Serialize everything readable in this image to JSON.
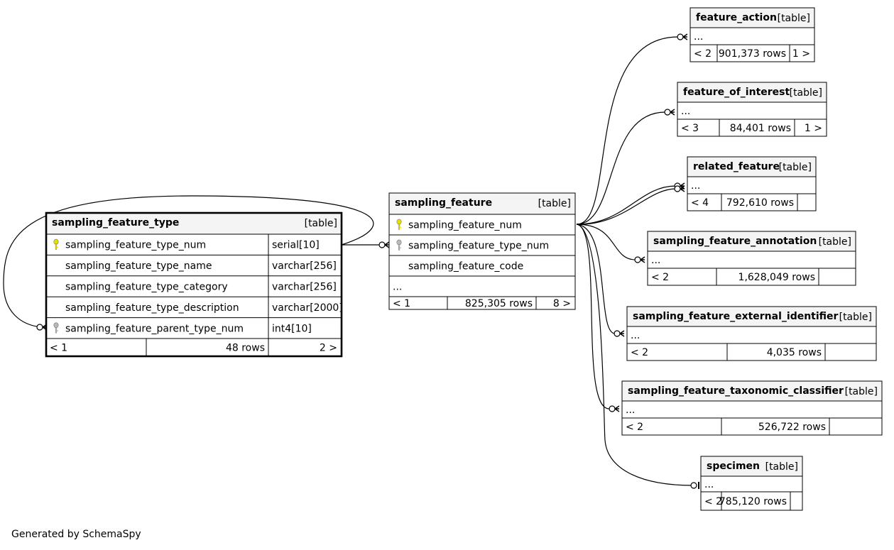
{
  "footer": "Generated by SchemaSpy",
  "colors": {
    "primary_key": "#e8e000",
    "foreign_key": "#b8b8b8",
    "header_fill": "#f4f4f4"
  },
  "tables": [
    {
      "id": "sampling_feature_type",
      "name": "sampling_feature_type",
      "kind": "[table]",
      "columns": [
        {
          "name": "sampling_feature_type_num",
          "type": "serial[10]",
          "key": "primary"
        },
        {
          "name": "sampling_feature_type_name",
          "type": "varchar[256]",
          "key": ""
        },
        {
          "name": "sampling_feature_type_category",
          "type": "varchar[256]",
          "key": ""
        },
        {
          "name": "sampling_feature_type_description",
          "type": "varchar[2000]",
          "key": ""
        },
        {
          "name": "sampling_feature_parent_type_num",
          "type": "int4[10]",
          "key": "foreign"
        }
      ],
      "footer": [
        "< 1",
        "48 rows",
        "2 >"
      ]
    },
    {
      "id": "sampling_feature",
      "name": "sampling_feature",
      "kind": "[table]",
      "columns": [
        {
          "name": "sampling_feature_num",
          "type": "",
          "key": "primary"
        },
        {
          "name": "sampling_feature_type_num",
          "type": "",
          "key": "foreign"
        },
        {
          "name": "sampling_feature_code",
          "type": "",
          "key": ""
        },
        {
          "name": "...",
          "type": "",
          "key": ""
        }
      ],
      "footer": [
        "< 1",
        "825,305 rows",
        "8 >"
      ]
    },
    {
      "id": "feature_action",
      "name": "feature_action",
      "kind": "[table]",
      "columns": [
        {
          "name": "...",
          "type": "",
          "key": ""
        }
      ],
      "footer": [
        "< 2",
        "901,373 rows",
        "1 >"
      ]
    },
    {
      "id": "feature_of_interest",
      "name": "feature_of_interest",
      "kind": "[table]",
      "columns": [
        {
          "name": "...",
          "type": "",
          "key": ""
        }
      ],
      "footer": [
        "< 3",
        "84,401 rows",
        "1 >"
      ]
    },
    {
      "id": "related_feature",
      "name": "related_feature",
      "kind": "[table]",
      "columns": [
        {
          "name": "...",
          "type": "",
          "key": ""
        }
      ],
      "footer": [
        "< 4",
        "792,610 rows",
        ""
      ]
    },
    {
      "id": "sampling_feature_annotation",
      "name": "sampling_feature_annotation",
      "kind": "[table]",
      "columns": [
        {
          "name": "...",
          "type": "",
          "key": ""
        }
      ],
      "footer": [
        "< 2",
        "1,628,049 rows",
        ""
      ]
    },
    {
      "id": "sampling_feature_external_identifier",
      "name": "sampling_feature_external_identifier",
      "kind": "[table]",
      "columns": [
        {
          "name": "...",
          "type": "",
          "key": ""
        }
      ],
      "footer": [
        "< 2",
        "4,035 rows",
        ""
      ]
    },
    {
      "id": "sampling_feature_taxonomic_classifier",
      "name": "sampling_feature_taxonomic_classifier",
      "kind": "[table]",
      "columns": [
        {
          "name": "...",
          "type": "",
          "key": ""
        }
      ],
      "footer": [
        "< 2",
        "526,722 rows",
        ""
      ]
    },
    {
      "id": "specimen",
      "name": "specimen",
      "kind": "[table]",
      "columns": [
        {
          "name": "...",
          "type": "",
          "key": ""
        }
      ],
      "footer": [
        "< 2",
        "785,120 rows",
        ""
      ]
    }
  ]
}
